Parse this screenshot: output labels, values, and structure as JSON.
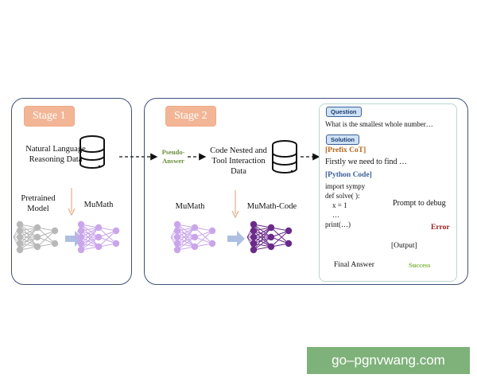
{
  "stage1": {
    "tag": "Stage 1",
    "data_label": "Natural Language\nReasoning Data",
    "pretrained_label": "Pretrained\nModel",
    "mumath_label": "MuMath"
  },
  "bridge": {
    "label": "Pseudo-\nAnswer"
  },
  "stage2": {
    "tag": "Stage 2",
    "data_label": "Code Nested and\nTool Interaction\nData",
    "mumath_label": "MuMath",
    "mumath_code_label": "MuMath-Code"
  },
  "solution_panel": {
    "question_tag": "Question",
    "question_text": "What is the smallest whole number…",
    "solution_tag": "Solution",
    "prefix_cot_label": "[Prefix CoT]",
    "prefix_cot_text": "Firstly we need to find …",
    "python_code_label": "[Python Code]",
    "code_lines": "import sympy\ndef solve( ):\n    x = 1\n    …\nprint(…)",
    "prompt_debug": "Prompt to debug",
    "error_label": "Error",
    "output_label": "[Output]",
    "success_label": "Success",
    "final_answer": "Final Answer"
  },
  "watermark": "go–pgnvwang.com",
  "colors": {
    "panel_border": "#3f4f7a",
    "stage_tag": "#f2b697",
    "pseudo_answer": "#6a8f3a",
    "error": "#9b1c1c",
    "success": "#7fb640",
    "python_code": "#3b5f9a",
    "prefix_cot": "#b5651d",
    "net_gray": "#b8b8b8",
    "net_lilac": "#c9a6ea",
    "net_purple": "#6a2a8a"
  }
}
